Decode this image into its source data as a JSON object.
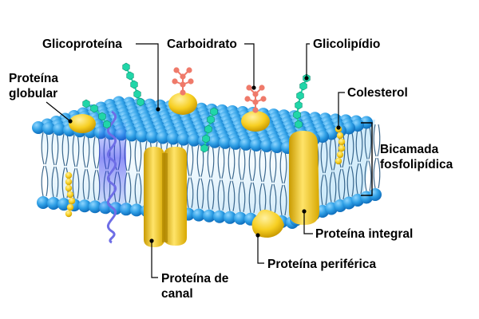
{
  "labels": {
    "glicoproteina": "Glicoproteína",
    "carboidrato": "Carboidrato",
    "glicolipidio": "Glicolipídio",
    "proteina_globular": [
      "Proteína",
      "globular"
    ],
    "colesterol": "Colesterol",
    "bicamada": [
      "Bicamada",
      "fosfolipídica"
    ],
    "proteina_integral": "Proteína integral",
    "proteina_periferica": "Proteína periférica",
    "proteina_canal": [
      "Proteína de",
      "canal"
    ]
  },
  "colors": {
    "head_blue": "#2fa0e6",
    "head_dark": "#0f6fbd",
    "core": "#e6f5fc",
    "protein_yellow": "#f7cf22",
    "protein_dark": "#c99a00",
    "carbohydrate": "#ef7a6a",
    "glycolipid": "#20d6a8",
    "helix": "#6e6ee6",
    "leader": "#000000"
  }
}
